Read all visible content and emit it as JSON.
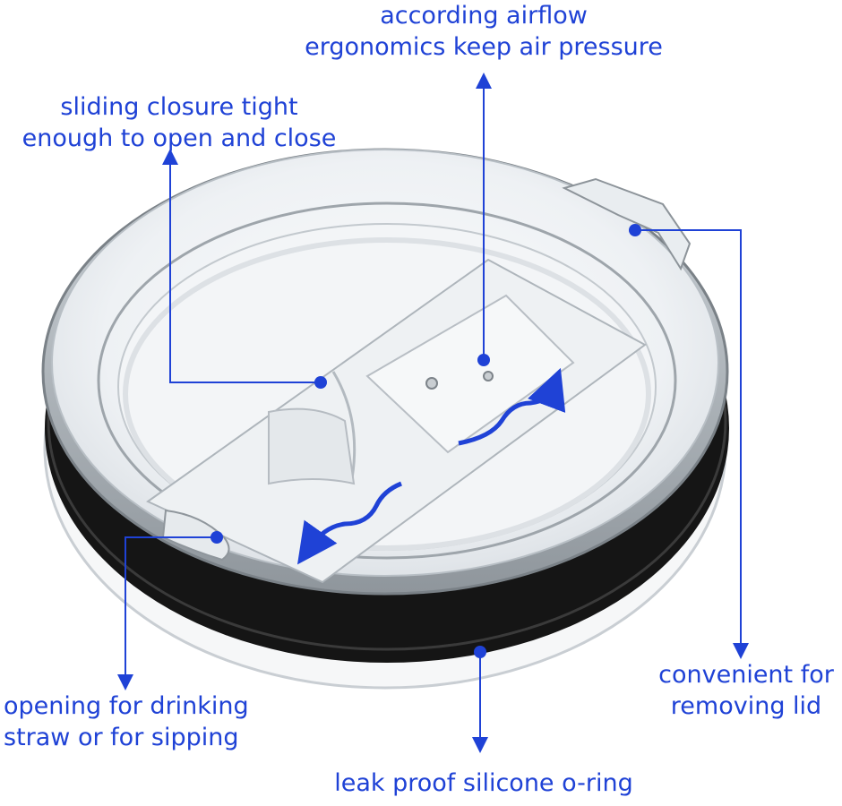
{
  "accent_color": "#1f42d6",
  "callouts": {
    "airflow": {
      "line1": "according airflow",
      "line2": "ergonomics keep air pressure"
    },
    "sliding": {
      "line1": "sliding closure tight",
      "line2": "enough to open and close"
    },
    "removing": {
      "line1": "convenient for",
      "line2": "removing lid"
    },
    "straw": {
      "line1": "opening for drinking",
      "line2": "straw or for sipping"
    },
    "oring": {
      "line1": "leak proof silicone o-ring"
    }
  }
}
